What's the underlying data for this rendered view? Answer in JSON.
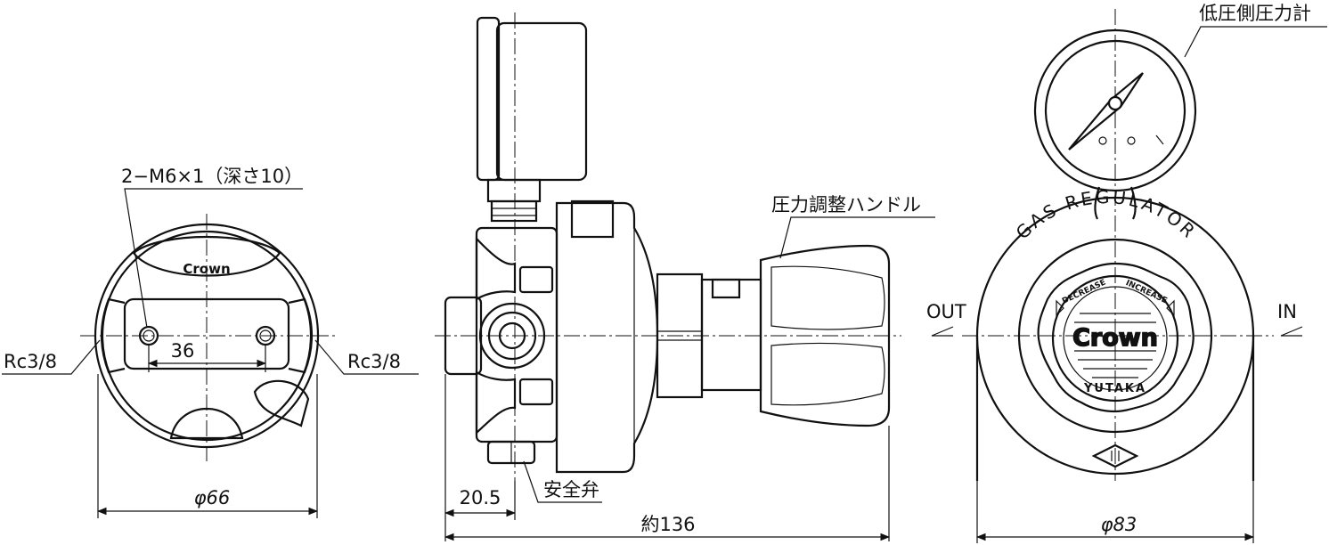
{
  "front_view": {
    "tap_note": "2−M6×1（深さ10）",
    "hole_pitch": "36",
    "port_left": "Rc3/8",
    "port_right": "Rc3/8",
    "body_diameter": "φ66",
    "logo": "Crown"
  },
  "side_view": {
    "handle_label": "圧力調整ハンドル",
    "relief_valve_label": "安全弁",
    "offset_dim": "20.5",
    "overall_length": "約136"
  },
  "rear_view": {
    "gauge_label": "低圧側圧力計",
    "face_text": "GAS REGULATOR",
    "knob_decrease": "DECREASE",
    "knob_increase": "INCREASE",
    "knob_brand": "Crown",
    "knob_maker": "YUTAKA",
    "outlet_label": "OUT",
    "inlet_label": "IN",
    "face_diameter": "φ83"
  }
}
